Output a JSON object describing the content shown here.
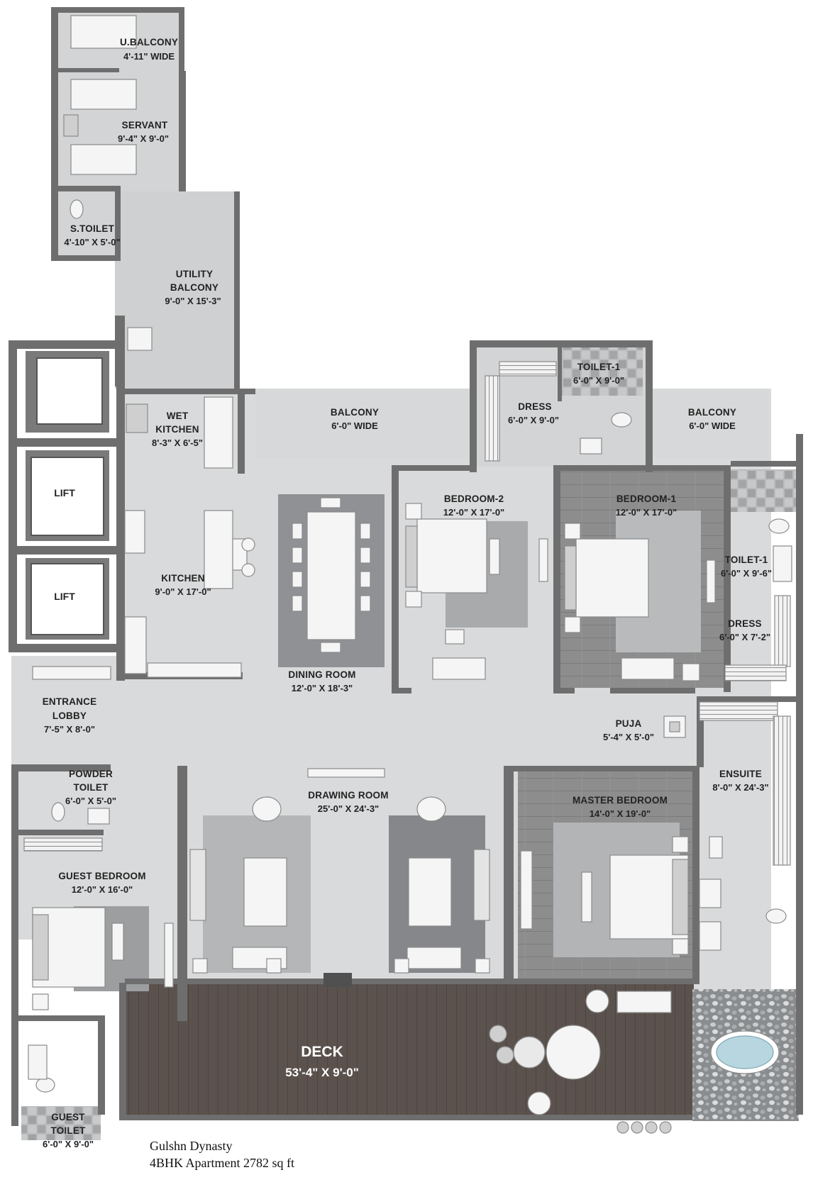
{
  "rooms": {
    "u_balcony": {
      "label": "U.BALCONY",
      "dim": "4'-11\" WIDE"
    },
    "servant": {
      "label": "SERVANT",
      "dim": "9'-4\" X 9'-0\""
    },
    "s_toilet": {
      "label": "S.TOILET",
      "dim": "4'-10\" X 5'-0\""
    },
    "utility_balcony": {
      "label1": "UTILITY",
      "label2": "BALCONY",
      "dim": "9'-0\" X 15'-3\""
    },
    "wet_kitchen": {
      "label1": "WET",
      "label2": "KITCHEN",
      "dim": "8'-3\" X 6'-5\""
    },
    "balcony_left": {
      "label": "BALCONY",
      "dim": "6'-0\" WIDE"
    },
    "dress_top": {
      "label": "DRESS",
      "dim": "6'-0\" X 9'-0\""
    },
    "toilet_1_top": {
      "label": "TOILET-1",
      "dim": "6'-0\" X 9'-0\""
    },
    "balcony_right": {
      "label": "BALCONY",
      "dim": "6'-0\" WIDE"
    },
    "lift_1": {
      "label": "LIFT"
    },
    "lift_2": {
      "label": "LIFT"
    },
    "kitchen": {
      "label": "KITCHEN",
      "dim": "9'-0\" X 17'-0\""
    },
    "bedroom_2": {
      "label": "BEDROOM-2",
      "dim": "12'-0\" X 17'-0\""
    },
    "bedroom_1": {
      "label": "BEDROOM-1",
      "dim": "12'-0\" X 17'-0\""
    },
    "toilet_1_right": {
      "label": "TOILET-1",
      "dim": "6'-0\" X 9'-6\""
    },
    "dress_right": {
      "label": "DRESS",
      "dim": "6'-0\" X 7'-2\""
    },
    "dining_room": {
      "label": "DINING ROOM",
      "dim": "12'-0\" X 18'-3\""
    },
    "entrance_lobby": {
      "label1": "ENTRANCE",
      "label2": "LOBBY",
      "dim": "7'-5\" X 8'-0\""
    },
    "puja": {
      "label": "PUJA",
      "dim": "5'-4\" X 5'-0\""
    },
    "ensuite": {
      "label": "ENSUITE",
      "dim": "8'-0\" X 24'-3\""
    },
    "powder_toilet": {
      "label1": "POWDER",
      "label2": "TOILET",
      "dim": "6'-0\" X 5'-0\""
    },
    "drawing_room": {
      "label": "DRAWING ROOM",
      "dim": "25'-0\" X 24'-3\""
    },
    "master_bedroom": {
      "label": "MASTER BEDROOM",
      "dim": "14'-0\" X 19'-0\""
    },
    "guest_bedroom": {
      "label": "GUEST BEDROOM",
      "dim": "12'-0\" X 16'-0\""
    },
    "deck": {
      "label": "DECK",
      "dim": "53'-4\" X 9'-0\""
    },
    "guest_toilet": {
      "label1": "GUEST",
      "label2": "TOILET",
      "dim": "6'-0\" X 9'-0\""
    }
  },
  "caption": {
    "line1": "Gulshn Dynasty",
    "line2": "4BHK Apartment 2782 sq ft"
  },
  "colors": {
    "floor": "#d9dadb",
    "wall": "#6e6e6e",
    "deck": "#5f5652",
    "wood": "#8e8e8e"
  }
}
